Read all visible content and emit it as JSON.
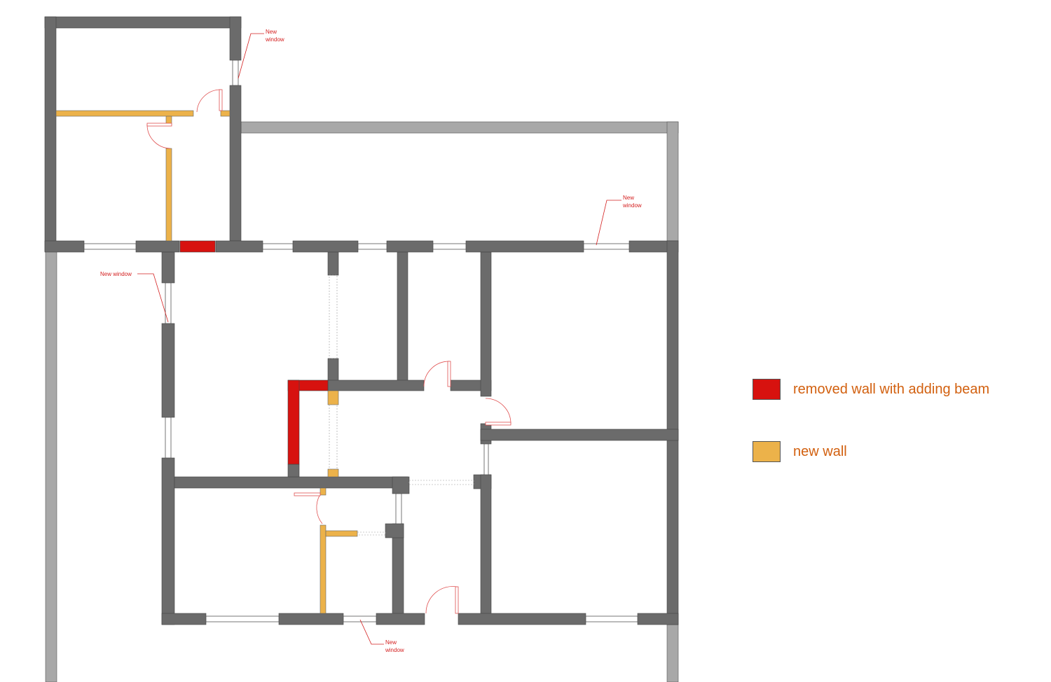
{
  "legend": {
    "items": [
      {
        "label": "removed wall with adding beam",
        "color": "#d7120f"
      },
      {
        "label": "new wall",
        "color": "#ecb24a"
      }
    ]
  },
  "annotations": {
    "top_window": [
      "New",
      "window"
    ],
    "right_window": [
      "New",
      "window"
    ],
    "left_window": "New window",
    "bottom_window": [
      "New",
      "window"
    ]
  },
  "colors": {
    "wall": "#6b6b6b",
    "adjacent_wall": "#a8a8a8",
    "removed_wall": "#d7120f",
    "new_wall": "#ecb24a",
    "door_swing": "#e05050",
    "annotation": "#d42020",
    "legend_text": "#d2600f"
  }
}
